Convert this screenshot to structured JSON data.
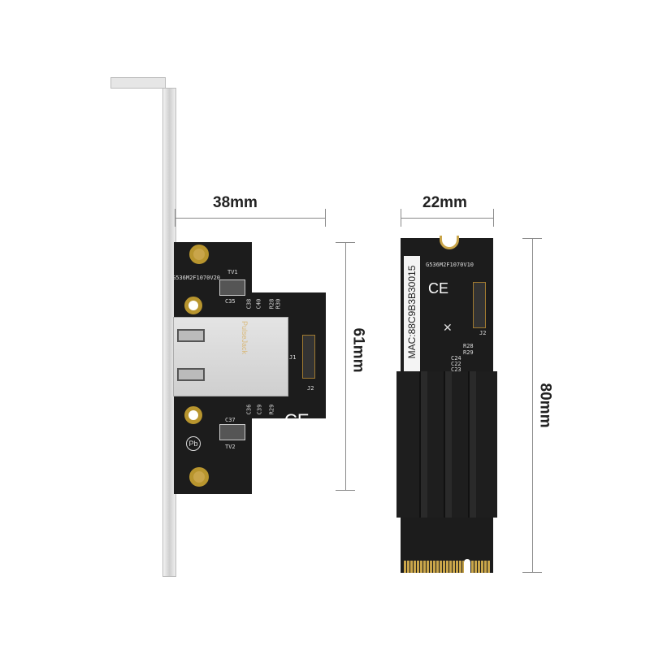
{
  "dimensions": {
    "left_width": "38mm",
    "left_height": "61mm",
    "right_width": "22mm",
    "right_height": "80mm"
  },
  "left_card": {
    "model_text": "G536M2F1070V20",
    "connector_brand": "PulseJack",
    "labels": [
      "TV1",
      "C35",
      "C38",
      "C40",
      "R28",
      "R30",
      "J1",
      "J2",
      "C36",
      "C39",
      "R29",
      "C37",
      "TV2"
    ],
    "ce_mark": "CE"
  },
  "right_card": {
    "mac_label": "MAC:88C9B3B30015",
    "model_text": "G536M2F1070V10",
    "labels": [
      "J2",
      "R28",
      "R29",
      "C24",
      "C22",
      "C23"
    ],
    "ce_mark": "CE"
  },
  "colors": {
    "pcb": "#1c1c1c",
    "bracket": "#d9d9d9",
    "gold": "#b8952e"
  }
}
